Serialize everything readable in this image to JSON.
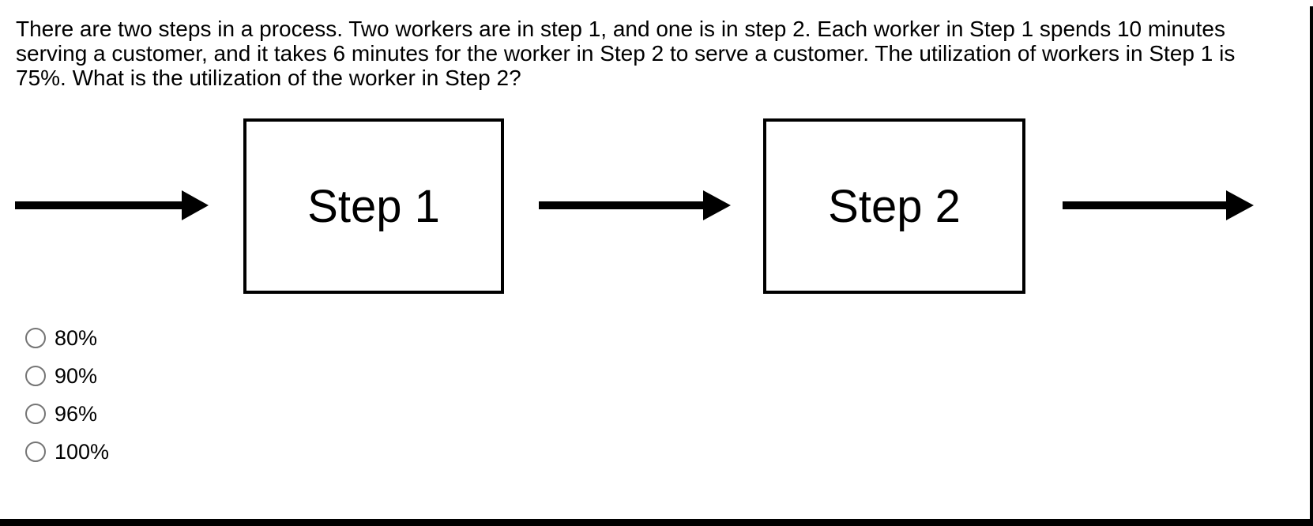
{
  "question": {
    "text": "There are two steps in a process. Two workers are in step 1, and one is in step 2. Each worker in Step 1 spends 10 minutes serving a customer, and it takes 6 minutes for the worker in Step 2 to serve a customer. The utilization of workers in Step 1 is 75%. What is the utilization of the worker in Step 2?"
  },
  "diagram": {
    "boxes": [
      {
        "label": "Step 1"
      },
      {
        "label": "Step 2"
      }
    ],
    "arrows": [
      "input-arrow",
      "between-arrow",
      "output-arrow"
    ]
  },
  "options": [
    {
      "label": "80%",
      "selected": false
    },
    {
      "label": "90%",
      "selected": false
    },
    {
      "label": "96%",
      "selected": false
    },
    {
      "label": "100%",
      "selected": false
    }
  ],
  "colors": {
    "text": "#000000",
    "shape": "#000000",
    "radio_ring": "#757575",
    "background": "#ffffff"
  }
}
